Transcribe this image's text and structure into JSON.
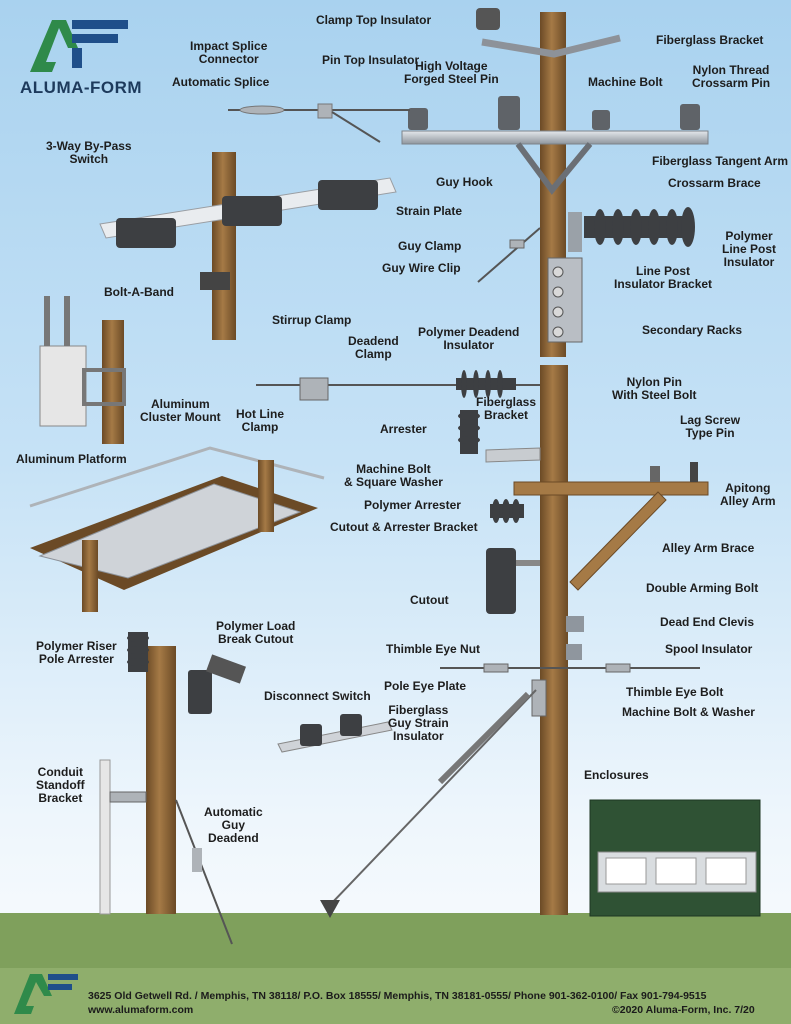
{
  "brand": {
    "name": "ALUMA-FORM",
    "colors": {
      "green": "#2f8a4a",
      "blue": "#1f4f8a"
    }
  },
  "labels": {
    "clamp_top_insulator": "Clamp Top Insulator",
    "fiberglass_bracket": "Fiberglass Bracket",
    "impact_splice_connector": [
      "Impact Splice",
      "Connector"
    ],
    "pin_top_insulator": "Pin Top Insulator",
    "high_voltage_forged_steel_pin": [
      "High Voltage",
      "Forged Steel Pin"
    ],
    "machine_bolt": "Machine Bolt",
    "nylon_thread_crossarm_pin": [
      "Nylon Thread",
      "Crossarm Pin"
    ],
    "automatic_splice": "Automatic Splice",
    "three_way_bypass_switch": [
      "3-Way By-Pass",
      "Switch"
    ],
    "fiberglass_tangent_arm": "Fiberglass Tangent Arm",
    "crossarm_brace": "Crossarm Brace",
    "guy_hook": "Guy Hook",
    "strain_plate": "Strain Plate",
    "polymer_line_post_insulator": [
      "Polymer",
      "Line Post",
      "Insulator"
    ],
    "guy_clamp": "Guy Clamp",
    "guy_wire_clip": "Guy Wire Clip",
    "line_post_insulator_bracket": [
      "Line Post",
      "Insulator Bracket"
    ],
    "bolt_a_band": "Bolt-A-Band",
    "secondary_racks": "Secondary Racks",
    "stirrup_clamp": "Stirrup Clamp",
    "polymer_deadend_insulator": [
      "Polymer Deadend",
      "Insulator"
    ],
    "deadend_clamp": [
      "Deadend",
      "Clamp"
    ],
    "aluminum_cluster_mount": [
      "Aluminum",
      "Cluster Mount"
    ],
    "nylon_pin_with_steel_bolt": [
      "Nylon Pin",
      "With Steel Bolt"
    ],
    "lag_screw_type_pin": [
      "Lag Screw",
      "Type Pin"
    ],
    "fiberglass_bracket_2": [
      "Fiberglass",
      "Bracket"
    ],
    "arrester": "Arrester",
    "hot_line_clamp": [
      "Hot Line",
      "Clamp"
    ],
    "aluminum_platform": "Aluminum Platform",
    "machine_bolt_square_washer": [
      "Machine Bolt",
      "& Square Washer"
    ],
    "apitong_alley_arm": [
      "Apitong",
      "Alley Arm"
    ],
    "polymer_arrester": "Polymer Arrester",
    "cutout_arrester_bracket": "Cutout & Arrester Bracket",
    "alley_arm_brace": "Alley Arm Brace",
    "double_arming_bolt": "Double Arming Bolt",
    "cutout": "Cutout",
    "dead_end_clevis": "Dead End Clevis",
    "polymer_load_break_cutout": [
      "Polymer Load",
      "Break Cutout"
    ],
    "polymer_riser_pole_arrester": [
      "Polymer Riser",
      "Pole Arrester"
    ],
    "thimble_eye_nut": "Thimble Eye Nut",
    "spool_insulator": "Spool Insulator",
    "pole_eye_plate": "Pole Eye Plate",
    "thimble_eye_bolt": "Thimble Eye Bolt",
    "disconnect_switch": "Disconnect Switch",
    "fiberglass_guy_strain_insulator": [
      "Fiberglass",
      "Guy Strain",
      "Insulator"
    ],
    "machine_bolt_washer": "Machine Bolt & Washer",
    "conduit_standoff_bracket": [
      "Conduit",
      "Standoff",
      "Bracket"
    ],
    "enclosures": "Enclosures",
    "automatic_guy_deadend": [
      "Automatic",
      "Guy",
      "Deadend"
    ]
  },
  "footer": {
    "address": "3625 Old Getwell Rd. / Memphis, TN 38118/ P.O. Box 18555/ Memphis, TN 38181-0555/ Phone 901-362-0100/ Fax 901-794-9515",
    "website": "www.alumaform.com",
    "copyright": "©2020 Aluma-Form, Inc. 7/20"
  }
}
